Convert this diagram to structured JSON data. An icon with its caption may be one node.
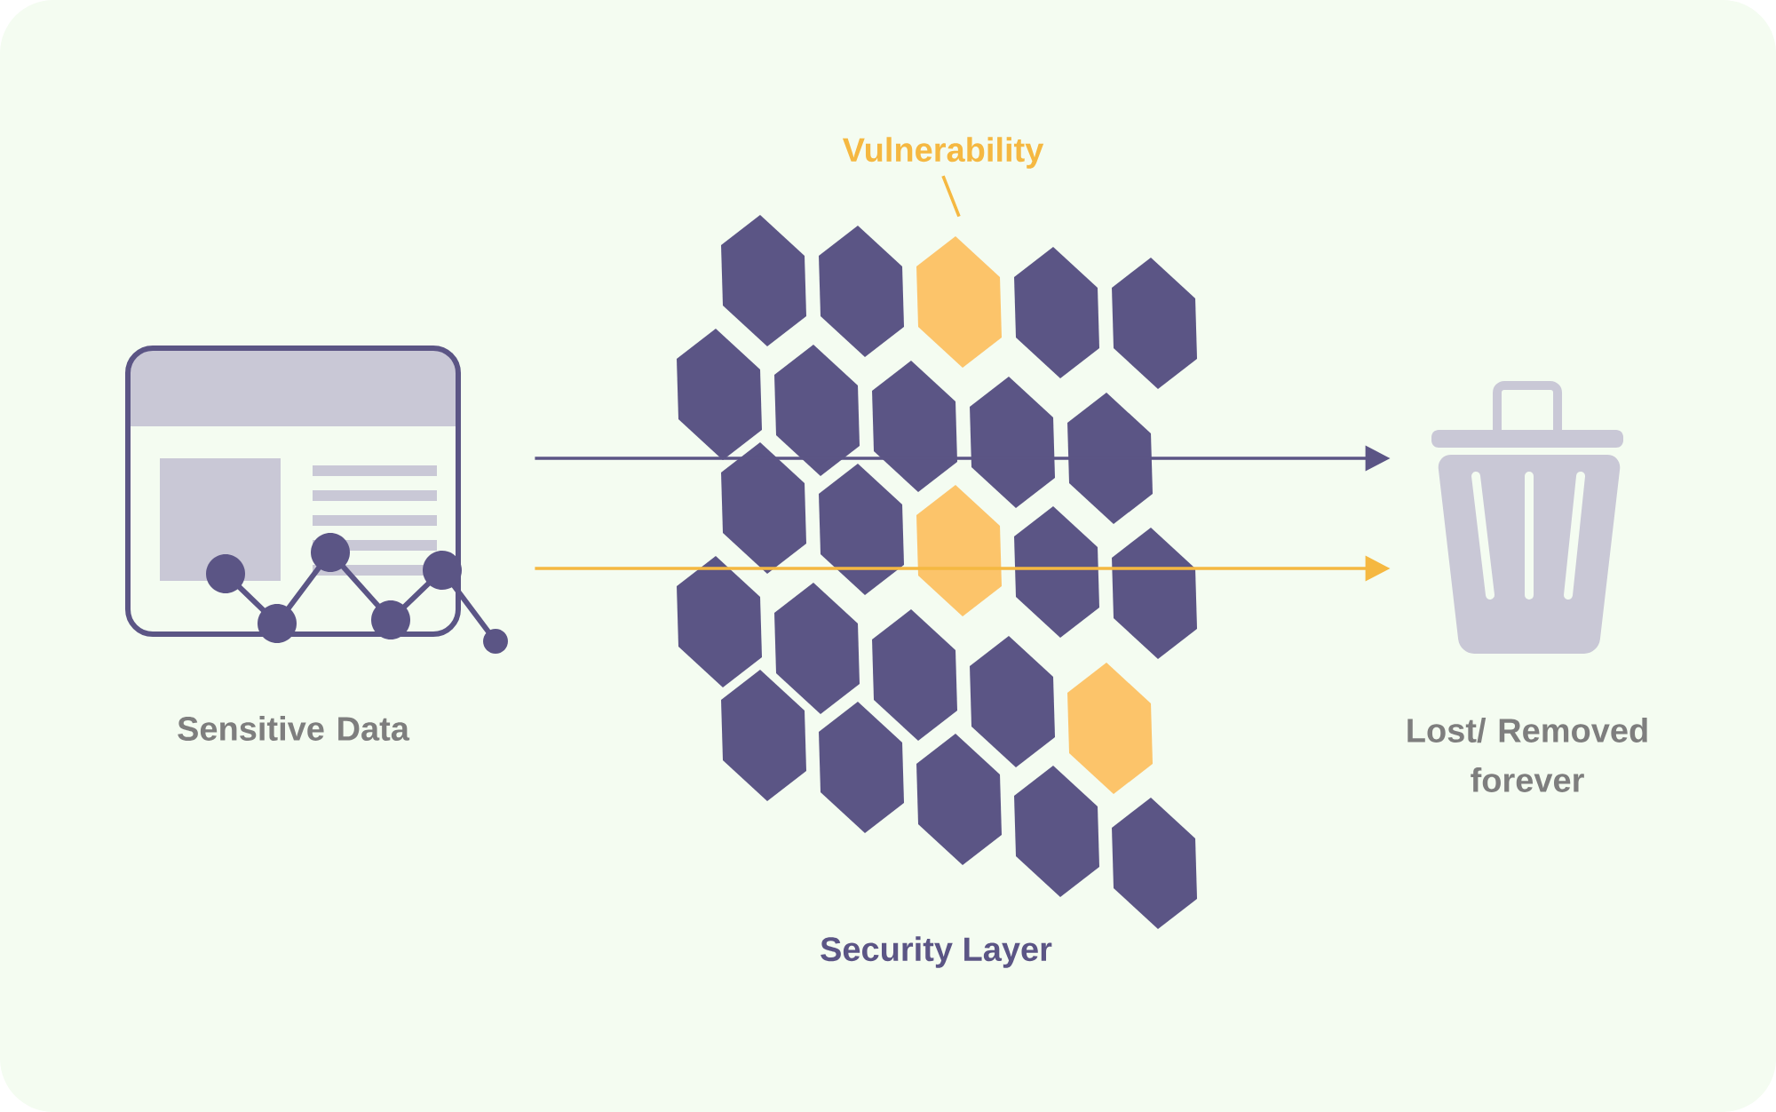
{
  "diagram": {
    "nodes": [
      {
        "text": [],
        "shape": "picture",
        "beside": [
          "Sensitive Data"
        ]
      },
      {
        "text": [],
        "shape": "picture",
        "beside": [
          "Lost/ Removed forever"
        ]
      },
      {
        "text": [
          "Vulnerability"
        ]
      },
      {
        "text": [],
        "shape": "hexagon"
      }
    ],
    "edges": [
      {
        "from": 0,
        "to": 1,
        "arrow": "to",
        "color": "#5b5585"
      },
      {
        "from": 0,
        "to": 1,
        "arrow": "to",
        "color": "#f5b841"
      },
      {
        "from": 2,
        "to": 3,
        "arrow": "none",
        "color": "#f5b841"
      }
    ],
    "labels": [
      "Security Layer"
    ]
  }
}
